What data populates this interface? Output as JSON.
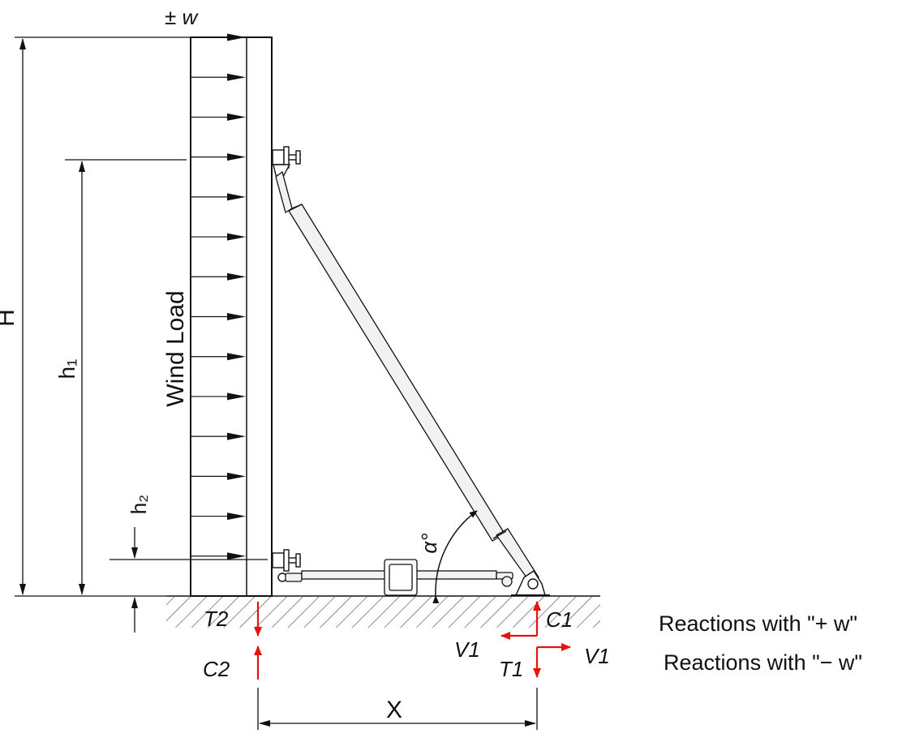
{
  "labels": {
    "load_symbol": "± w",
    "height_total": "H",
    "height_upper_brace": "h₁",
    "height_lower_brace": "h₂",
    "wind_load": "Wind Load",
    "angle": "α°",
    "base_distance": "X"
  },
  "reactions": {
    "t2": "T2",
    "c2": "C2",
    "c1": "C1",
    "v1_left": "V1",
    "t1": "T1",
    "v1_right": "V1"
  },
  "legend": {
    "plus_w": "Reactions with \"+ w\"",
    "minus_w": "Reactions with \"− w\""
  },
  "wind_load": {
    "arrow_count": 14
  },
  "colors": {
    "line": "#111111",
    "reaction": "#e8120c",
    "hatch": "#444444",
    "brace_fill": "#f2f2f2"
  }
}
